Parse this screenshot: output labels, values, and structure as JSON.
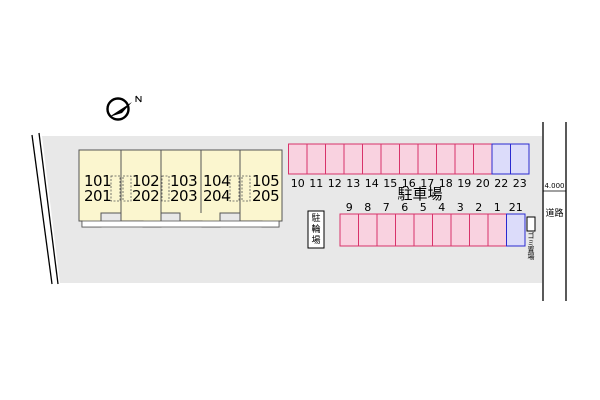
{
  "building": {
    "units": [
      {
        "top": "101",
        "bottom": "201"
      },
      {
        "top": "102",
        "bottom": "202"
      },
      {
        "top": "103",
        "bottom": "203"
      },
      {
        "top": "104",
        "bottom": "204"
      },
      {
        "top": "105",
        "bottom": "205"
      }
    ]
  },
  "parking": {
    "title": "駐車場",
    "top_row": [
      "10",
      "11",
      "12",
      "13",
      "14",
      "15",
      "16",
      "17",
      "18",
      "19",
      "20",
      "22",
      "23"
    ],
    "bottom_row": [
      "9",
      "8",
      "7",
      "6",
      "5",
      "4",
      "3",
      "2",
      "1",
      "21"
    ]
  },
  "bicycle_parking": "駐輪場",
  "garbage": "ゴミ置場",
  "road": {
    "label": "道路",
    "width": "4.000"
  },
  "colors": {
    "lot": "#e8e8e8",
    "building": "#fbf6cf",
    "parking_fill": "#f9d2e0",
    "parking_stroke": "#d8336a",
    "special_fill": "#dcdcfa",
    "special_stroke": "#2a2ad0"
  },
  "icons": {
    "compass": "north-arrow-icon"
  }
}
